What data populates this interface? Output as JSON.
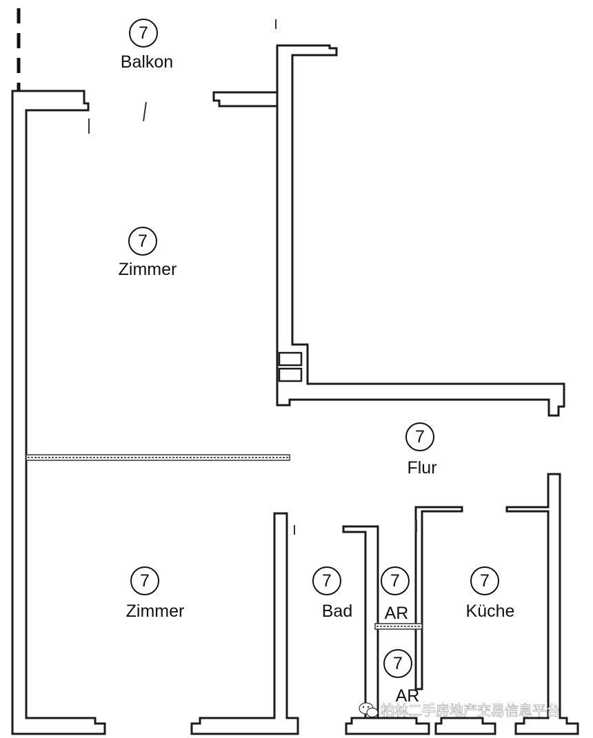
{
  "rooms": [
    {
      "id": "balkon",
      "number": "7",
      "name": "Balkon"
    },
    {
      "id": "zimmer1",
      "number": "7",
      "name": "Zimmer"
    },
    {
      "id": "flur",
      "number": "7",
      "name": "Flur"
    },
    {
      "id": "zimmer2",
      "number": "7",
      "name": "Zimmer"
    },
    {
      "id": "bad",
      "number": "7",
      "name": "Bad"
    },
    {
      "id": "ar1",
      "number": "7",
      "name": "AR"
    },
    {
      "id": "ar2",
      "number": "7",
      "name": "AR"
    },
    {
      "id": "kueche",
      "number": "7",
      "name": "Küche"
    }
  ],
  "watermark": {
    "text": "柏林二手房地产交易信息平台",
    "icon": "wechat-icon"
  }
}
